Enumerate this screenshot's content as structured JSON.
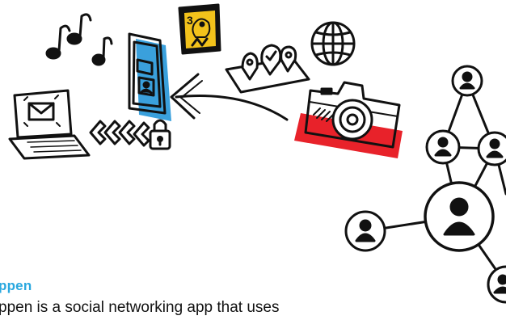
{
  "colors": {
    "accent_blue": "#2aa8df",
    "screen_blue": "#3aa0dc",
    "camera_red": "#e8222a",
    "stamp_yellow": "#f2c21b",
    "ink": "#111111",
    "background": "#ffffff"
  },
  "article": {
    "title": "ppen",
    "description": "ppen is a social networking app that uses"
  },
  "illustration": {
    "icons": [
      "music-notes-icon",
      "smartphone-icon",
      "stamp-icon",
      "map-pins-icon",
      "globe-icon",
      "camera-icon",
      "laptop-mail-icon",
      "chevrons-icon",
      "padlock-icon",
      "social-network-icon"
    ],
    "stamp_text": "3"
  }
}
